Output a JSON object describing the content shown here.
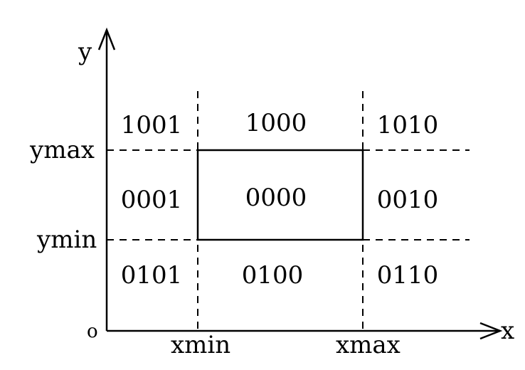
{
  "axes": {
    "x_label": "x",
    "y_label": "y",
    "origin_label": "o"
  },
  "boundaries": {
    "xmin_label": "xmin",
    "xmax_label": "xmax",
    "ymin_label": "ymin",
    "ymax_label": "ymax"
  },
  "regions": {
    "top_left": "1001",
    "top_center": "1000",
    "top_right": "1010",
    "middle_left": "0001",
    "window": "0000",
    "middle_right": "0010",
    "bottom_left": "0101",
    "bottom_center": "0100",
    "bottom_right": "0110"
  }
}
